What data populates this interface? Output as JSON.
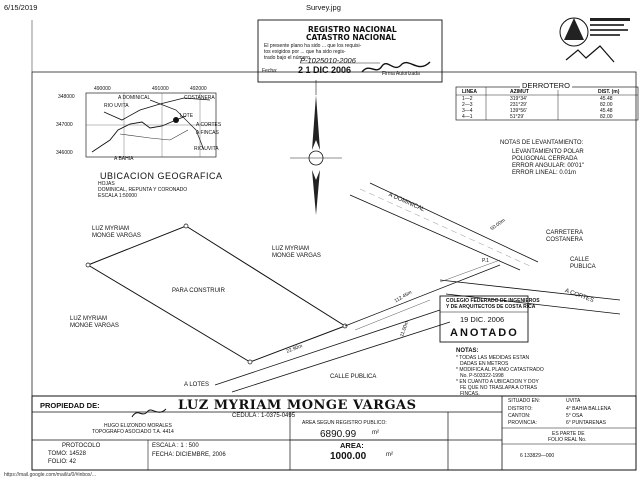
{
  "header": {
    "date": "6/15/2019",
    "filename": "Survey.jpg"
  },
  "registro": {
    "title1": "REGISTRO NACIONAL",
    "title2": "CATASTRO NACIONAL",
    "line1": "El presente plano ha sido ... que los requisi-",
    "line2": "tos exigidos por ... que ha sido regis-",
    "line3": "trado bajo el número ...",
    "plan_no": "P-1025010-2006",
    "date_stamp": "2 1 DIC 2006",
    "fecha_label": "Fecha:",
    "firma_label": "Firma Autorizada"
  },
  "location_map": {
    "x_ticks": [
      "490000",
      "491000",
      "492000"
    ],
    "y_ticks": [
      "348000",
      "347000",
      "346000"
    ],
    "labels": {
      "dominical": "A DOMINICAL",
      "costanera": "COSTANERA",
      "rio_uvita": "RIO UVITA",
      "lote": "LOTE",
      "cortes": "A CORTES",
      "fincas": "A FINCAS",
      "bahia": "A BAHIA",
      "rio_uvita2": "RIO UVITA"
    }
  },
  "ubicacion": {
    "title": "UBICACION GEOGRAFICA",
    "hojas": "HOJAS",
    "hojas_names": "DOMINICAL, REPUNTA Y CORONADO",
    "escala": "ESCALA 1:50000"
  },
  "derrotero": {
    "title": "DERROTERO",
    "headers": [
      "LINEA",
      "AZIMUT",
      "DIST. (m)"
    ],
    "rows": [
      [
        "1—2",
        "319°34'",
        "45.48"
      ],
      [
        "2—3",
        "231°29'",
        "82.00"
      ],
      [
        "3—4",
        "139°56'",
        "45.48"
      ],
      [
        "4—1",
        "51°29'",
        "82.00"
      ]
    ]
  },
  "levantamiento": {
    "title": "NOTAS DE LEVANTAMIENTO:",
    "lines": [
      "LEVANTAMIENTO POLAR",
      "POLIGONAL CERRADA",
      "ERROR ANGULAR: 00'01\"",
      "ERROR LINEAL: 0.01m"
    ]
  },
  "plan": {
    "owner_top1": "LUZ MYRIAM",
    "owner_top2": "MONGE VARGAS",
    "owner_right1": "LUZ MYRIAM",
    "owner_right2": "MONGE VARGAS",
    "owner_bottom1": "LUZ MYRIAM",
    "owner_bottom2": "MONGE VARGAS",
    "para_construir": "PARA CONSTRUIR",
    "a_dominical": "A DOMINICAL",
    "carretera1": "CARRETERA",
    "carretera2": "COSTANERA",
    "calle_publica_right": "CALLE",
    "calle_publica_right2": "PUBLICA",
    "a_cortes": "A CORTES",
    "calle_publica_bottom": "CALLE PUBLICA",
    "a_lotes": "A LOTES",
    "dist_a": "50.00m",
    "dist_b": "112.45m",
    "dist_c": "11.00m",
    "dist_d": "22.90m",
    "p1": "P.1"
  },
  "colegio_stamp": {
    "line1": "COLEGIO FEDERADO DE INGENIEROS",
    "line2": "Y DE ARQUITECTOS DE COSTA RICA",
    "date": "19 DIC. 2006",
    "anotado": "ANOTADO"
  },
  "notas": {
    "title": "NOTAS:",
    "lines": [
      "* TODAS LAS MEDIDAS ESTAN",
      "DADAS EN METROS",
      "* MODIFICA AL PLANO CATASTRADO",
      "No. P-503322-1998",
      "* EN CUANTO A UBICACION Y DOY",
      "FE QUE NO TRASLAPA A OTRAS",
      "FINCAS."
    ]
  },
  "title_block": {
    "propiedad_label": "PROPIEDAD DE:",
    "owner_name": "LUZ MYRIAM MONGE VARGAS",
    "cedula": "CEDULA : 1-0375-0495",
    "surveyor_name": "HUGO ELIZONDO MORALES",
    "surveyor_title": "TOPOGRAFO ASOCIADO T.A. 4414",
    "protocolo_label": "PROTOCOLO",
    "tomo": "TOMO: 14528",
    "folio": "FOLIO: 42",
    "escala": "ESCALA : 1 : 500",
    "fecha": "FECHA: DICIEMBRE, 2006",
    "area_registro_label": "AREA SEGUN REGISTRO PUBLICO:",
    "area_registro_value": "6890.99",
    "area_unit": "m²",
    "area_label": "AREA:",
    "area_value": "1000.00",
    "situado_label": "SITUADO EN:",
    "situado_value": "UVITA",
    "distrito_label": "DISTRITO:",
    "distrito_value": "4° BAHIA BALLENA",
    "canton_label": "CANTON:",
    "canton_value": "5° OSA",
    "provincia_label": "PROVINCIA:",
    "provincia_value": "6° PUNTARENAS",
    "folio_real_label1": "ES PARTE DE",
    "folio_real_label2": "FOLIO REAL No.",
    "folio_real_value": "6 133829—000"
  },
  "footer": {
    "url": "https://mail.google.com/mail/u/0/#inbox/..."
  }
}
